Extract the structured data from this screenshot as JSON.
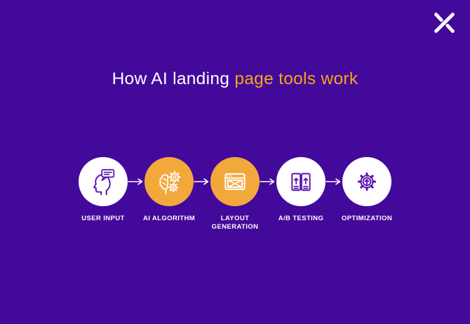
{
  "colors": {
    "background": "#43099B",
    "title_orange": "#F2A51D",
    "circle_orange": "#F3A83C",
    "circle_white": "#FFFFFF",
    "icon_purple": "#5A10B0",
    "text_white": "#FFFFFF"
  },
  "logo": {
    "name": "x-logo"
  },
  "title": {
    "white_part": "How AI landing ",
    "orange_part": "page tools work"
  },
  "steps": [
    {
      "label": "USER INPUT",
      "icon": "head-speech-bubble-icon",
      "variant": "white"
    },
    {
      "label": "AI ALGORITHM",
      "icon": "brain-gears-icon",
      "variant": "orange"
    },
    {
      "label": "LAYOUT GENERATION",
      "icon": "browser-layout-icon",
      "variant": "orange"
    },
    {
      "label": "A/B TESTING",
      "icon": "ab-test-panels-icon",
      "variant": "white"
    },
    {
      "label": "OPTIMIZATION",
      "icon": "gear-up-arrow-icon",
      "variant": "white"
    }
  ]
}
